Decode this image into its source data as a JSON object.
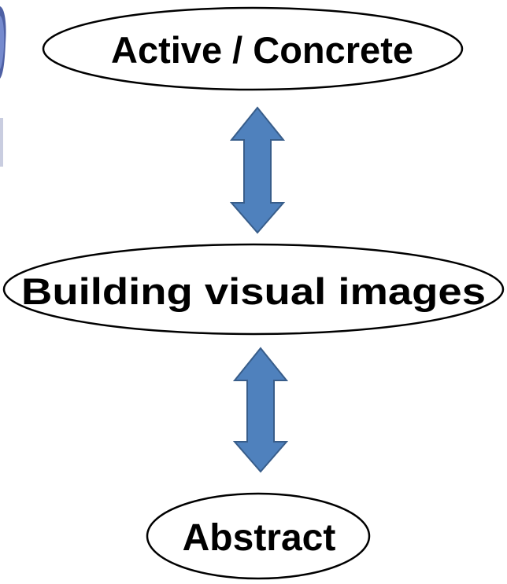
{
  "diagram": {
    "nodes": [
      {
        "id": "active-concrete",
        "label": "Active / Concrete"
      },
      {
        "id": "building-visual-images",
        "label": "Building visual images"
      },
      {
        "id": "abstract",
        "label": "Abstract"
      }
    ],
    "edges": [
      {
        "from": "active-concrete",
        "to": "building-visual-images",
        "direction": "both"
      },
      {
        "from": "building-visual-images",
        "to": "abstract",
        "direction": "both"
      }
    ]
  },
  "colors": {
    "arrow_fill": "#4f81bd",
    "arrow_stroke": "#385d8a",
    "node_stroke": "#000000",
    "node_fill": "#ffffff",
    "text": "#000000",
    "corner_decoration": "#3b4f9a"
  }
}
